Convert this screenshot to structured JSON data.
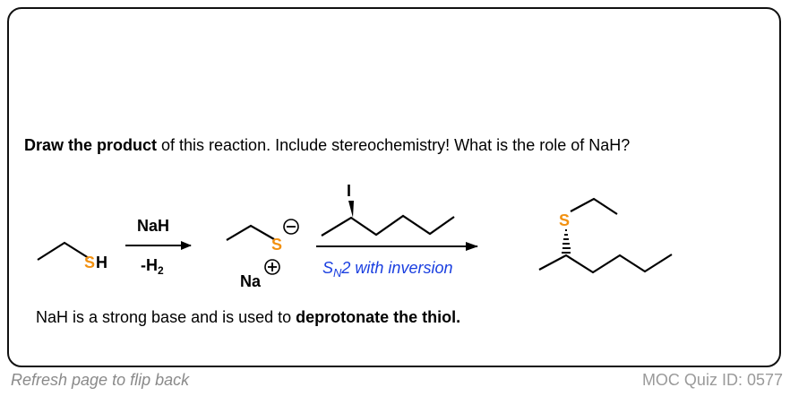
{
  "question": {
    "bold_part": "Draw the product",
    "rest": " of this reaction. Include stereochemistry! What is the role of NaH?"
  },
  "reagents": {
    "top": "NaH",
    "bottom_prefix": "-H",
    "bottom_sub": "2"
  },
  "atoms": {
    "thiol_s": "S",
    "thiol_h": "H",
    "thiolate_s": "S",
    "counterion": "Na",
    "iodide": "I",
    "product_s": "S"
  },
  "sn2": {
    "s": "S",
    "sub": "N",
    "rest": "2 with inversion"
  },
  "answer": {
    "prefix": "NaH is a strong base and is used to ",
    "bold_part": "deprotonate the thiol."
  },
  "footer": {
    "left": "Refresh page to flip back",
    "right": "MOC Quiz ID: 0577"
  },
  "colors": {
    "sulfur": "#f29111",
    "sn2_text": "#1a3fe0",
    "footer": "#8a8a8a"
  }
}
